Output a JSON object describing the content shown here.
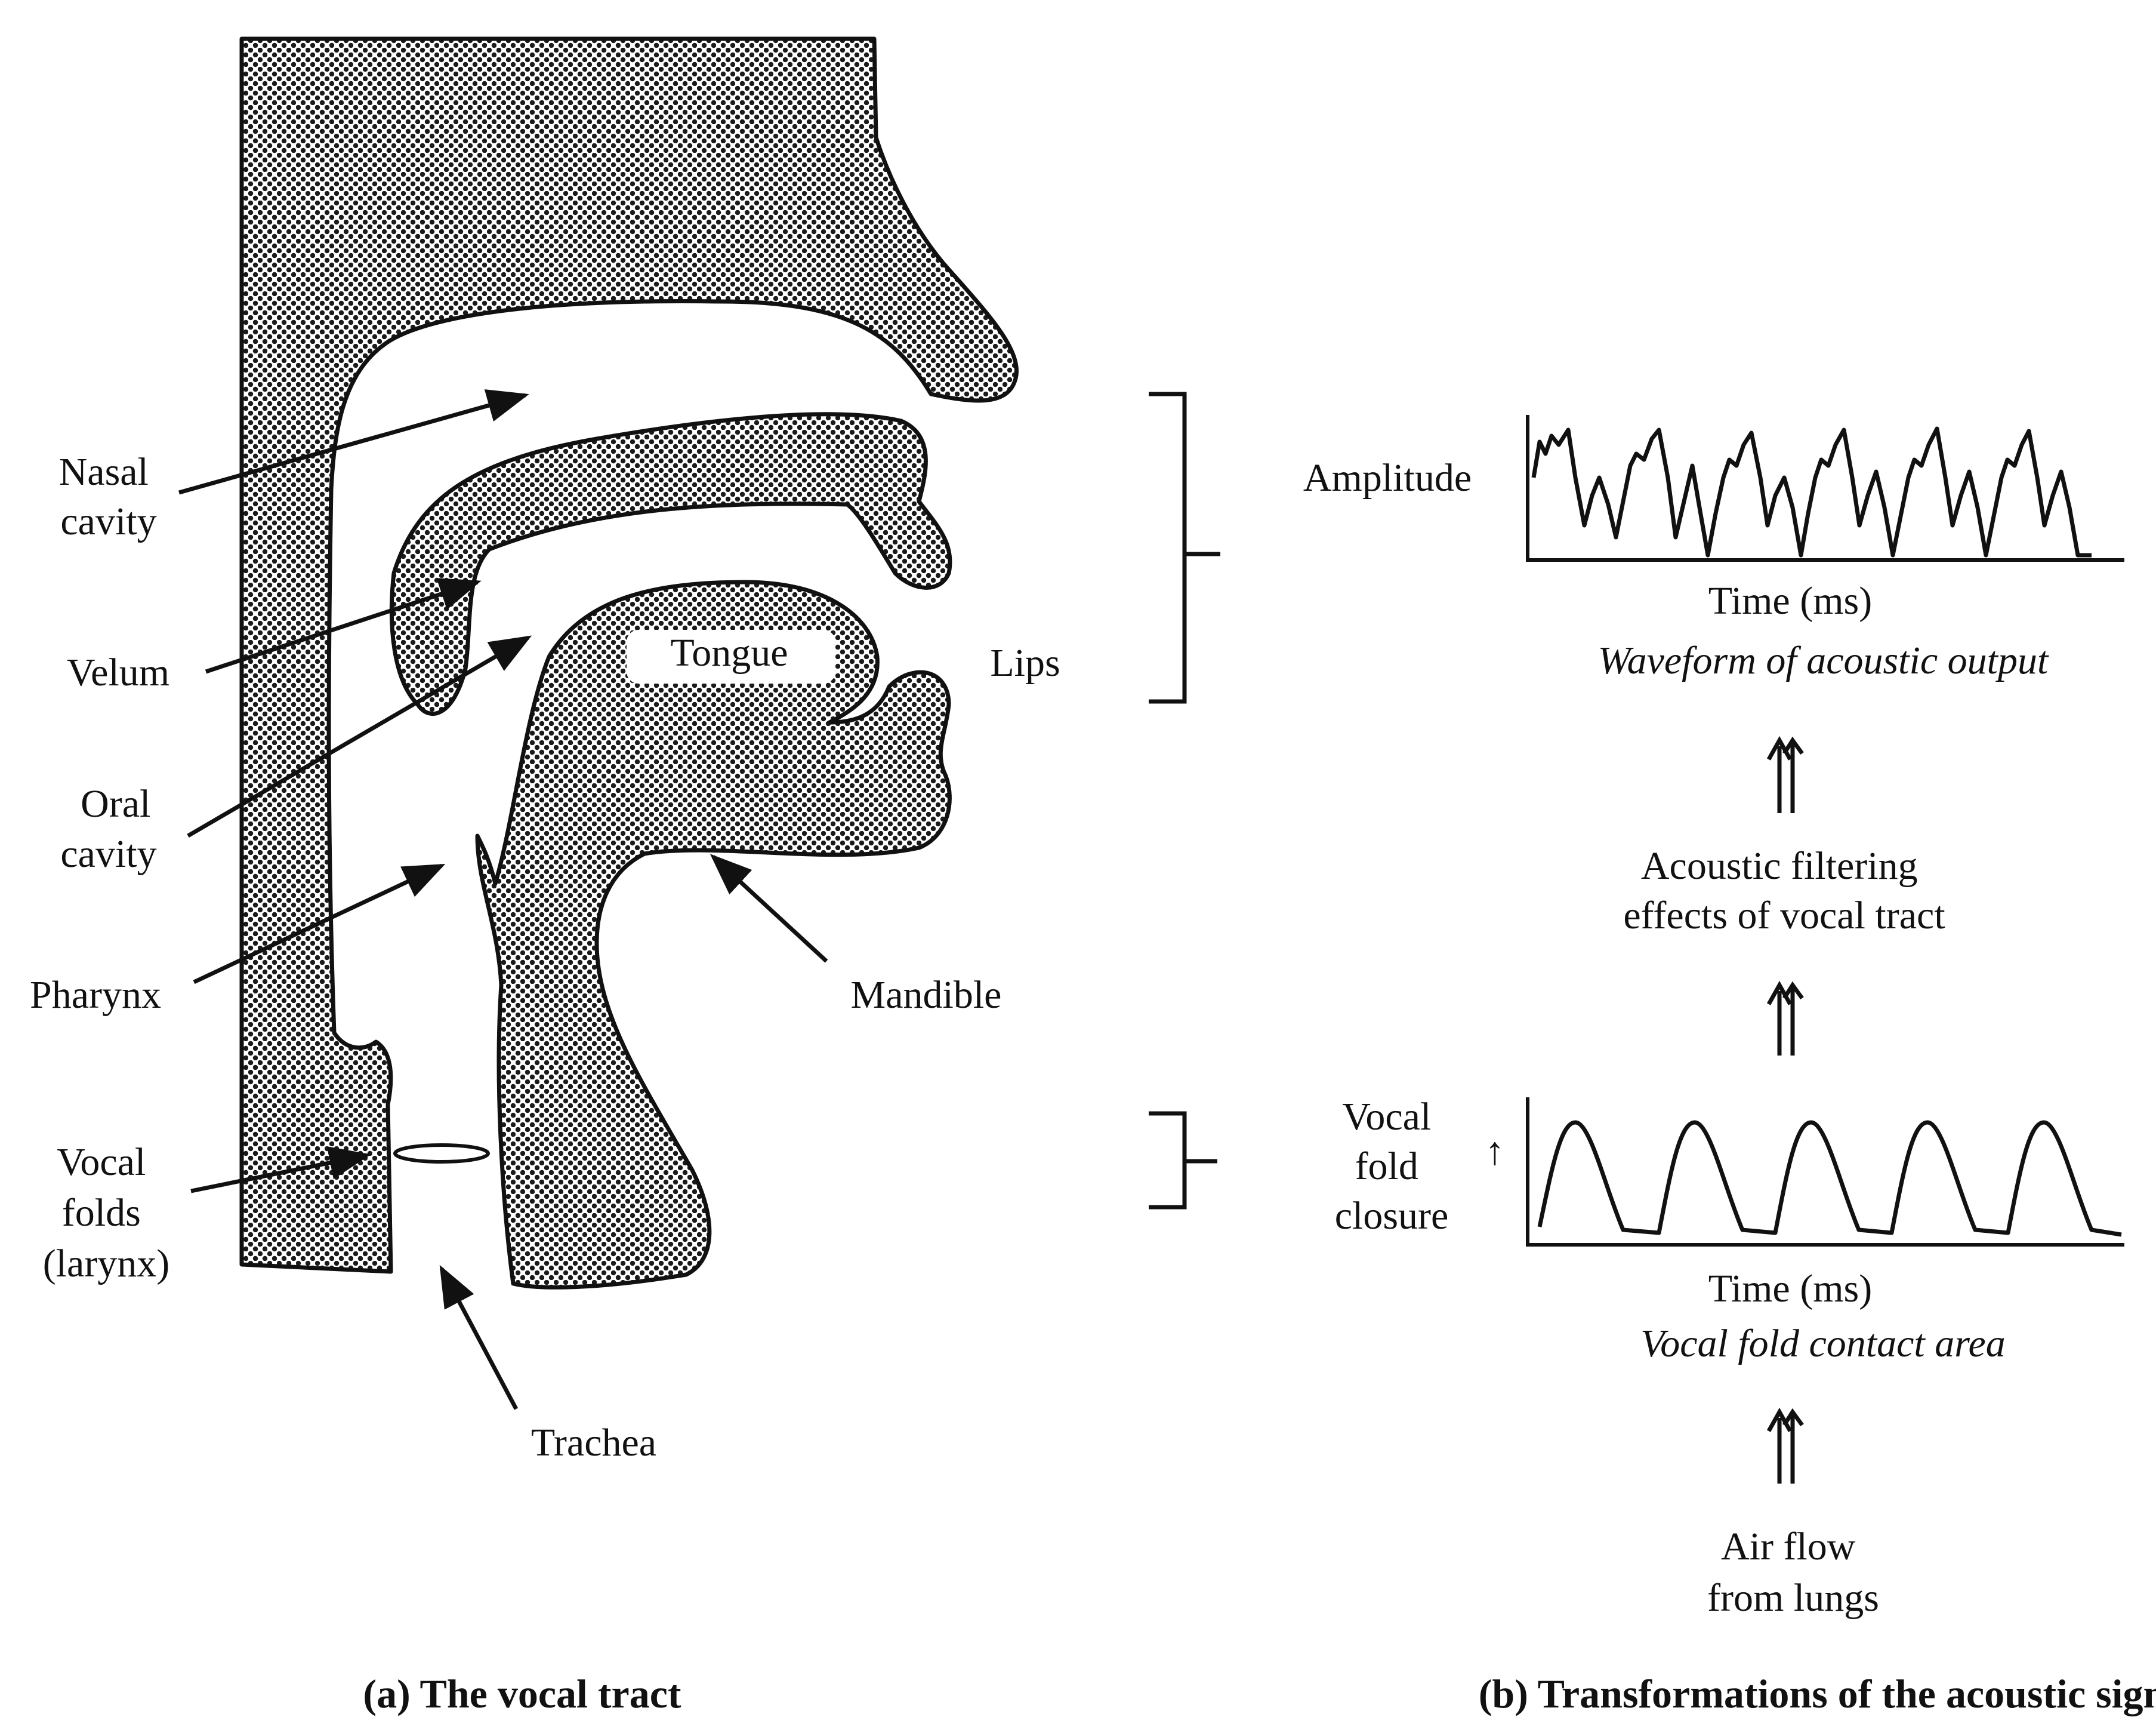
{
  "panel_a": {
    "labels": {
      "nasal_cavity": [
        "Nasal",
        "cavity"
      ],
      "velum": "Velum",
      "oral_cavity": [
        "Oral",
        "cavity"
      ],
      "pharynx": "Pharynx",
      "vocal_folds": [
        "Vocal",
        "folds",
        "(larynx)"
      ],
      "tongue": "Tongue",
      "lips": "Lips",
      "mandible": "Mandible",
      "trachea": "Trachea"
    },
    "caption": "(a)  The vocal tract"
  },
  "panel_b": {
    "top_plot": {
      "ylabel": "Amplitude",
      "xlabel": "Time (ms)",
      "title": "Waveform of acoustic output"
    },
    "filter_label": [
      "Acoustic  filtering",
      "effects of vocal tract"
    ],
    "bottom_plot": {
      "ylabel": [
        "Vocal",
        "fold",
        "closure"
      ],
      "y_arrow": "↑",
      "xlabel": "Time (ms)",
      "title": "Vocal fold contact area"
    },
    "source_label": [
      "Air  flow",
      "from  lungs"
    ],
    "caption": "(b) Transformations of the acoustic signal"
  },
  "colors": {
    "ink": "#111111",
    "tissue_fill": "dotted-gray",
    "background": "#ffffff"
  }
}
